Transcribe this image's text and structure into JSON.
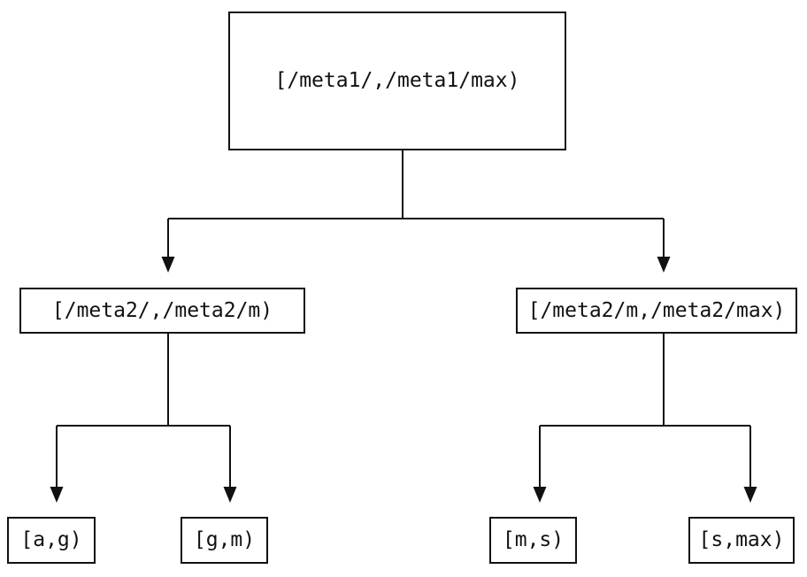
{
  "diagram": {
    "type": "tree",
    "colors": {
      "line": "#111111",
      "box_border": "#111111",
      "box_background": "#ffffff",
      "text": "#111111",
      "page_background": "#ffffff"
    },
    "nodes": {
      "root": {
        "label": "[/meta1/,/meta1/max)"
      },
      "mid_left": {
        "label": "[/meta2/,/meta2/m)"
      },
      "mid_right": {
        "label": "[/meta2/m,/meta2/max)"
      },
      "leaf_ag": {
        "label": "[a,g)"
      },
      "leaf_gm": {
        "label": "[g,m)"
      },
      "leaf_ms": {
        "label": "[m,s)"
      },
      "leaf_smax": {
        "label": "[s,max)"
      }
    },
    "edges": [
      {
        "from": "root",
        "to": "mid_left",
        "arrow": "down"
      },
      {
        "from": "root",
        "to": "mid_right",
        "arrow": "down"
      },
      {
        "from": "mid_left",
        "to": "leaf_ag",
        "arrow": "down"
      },
      {
        "from": "mid_left",
        "to": "leaf_gm",
        "arrow": "down"
      },
      {
        "from": "mid_right",
        "to": "leaf_ms",
        "arrow": "down"
      },
      {
        "from": "mid_right",
        "to": "leaf_smax",
        "arrow": "down"
      }
    ]
  }
}
